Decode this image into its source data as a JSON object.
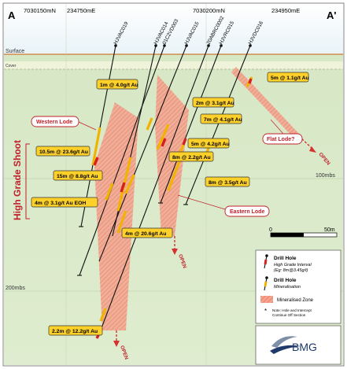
{
  "section": {
    "start": "A",
    "end": "A'"
  },
  "coords": {
    "north_left": "7030150mN",
    "east_left": "234750mE",
    "north_right": "7030200mN",
    "east_right": "234950mE"
  },
  "labels": {
    "surface": "Surface",
    "cover": "Cover",
    "rl100": "100mbs",
    "rl200": "200mbs",
    "open_1": "OPEN",
    "open_2": "OPEN",
    "open_3": "OPEN"
  },
  "drill_holes": [
    "HJVAC019",
    "HJVAC014",
    "01C2VD003",
    "HJVAC015",
    "20ABRC0002",
    "HJVRC015",
    "HJVDC016"
  ],
  "intercepts": [
    "1m @ 4.0g/t Au",
    "5m @ 1.1g/t Au",
    "2m @ 3.1g/t Au",
    "7m @ 4.1g/t Au",
    "5m @ 4.2g/t Au",
    "10.5m @ 23.6g/t Au",
    "8m @ 2.2g/t Au",
    "15m @ 8.8g/t Au",
    "8m @ 3.5g/t Au",
    "4m @ 3.1g/t Au EOH",
    "4m @ 20.6g/t Au",
    "2.2m @ 12.2g/t Au"
  ],
  "lodes": {
    "western": "Western Lode",
    "eastern": "Eastern Lode",
    "flat": "Flat Lode?",
    "high_grade_shoot": "High Grade Shoot"
  },
  "scale": {
    "start": "0",
    "end": "50m"
  },
  "legend": {
    "drill_hole": "Drill Hole",
    "high_grade_interval": "High Grade Interval",
    "high_grade_example": "(Eg: 8m@3.45g/t)",
    "drill_hole_2": "Drill Hole",
    "mineralisation": "Mineralisation",
    "mineralised_zone": "Mineralised Zone",
    "note_marker": "*",
    "note_1": "Note: Hole and Intercept",
    "note_2": "Continue Off Section"
  },
  "logo": {
    "text": "BMG"
  },
  "colors": {
    "intercept_box": "#fdd02a",
    "high_grade": "#d62020",
    "mineralisation": "#f0b400",
    "lode_label": "#c0202a",
    "zone_hatch": "#f4a48f"
  }
}
